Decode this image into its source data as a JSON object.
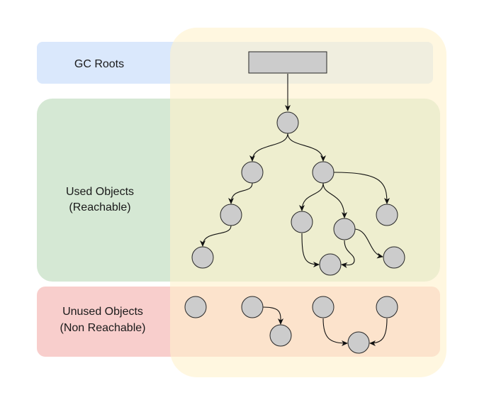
{
  "title": "",
  "colors": {
    "gc_roots_band": "#dae8fc",
    "used_band": "#d5e8d4",
    "unused_band": "#f8cecc",
    "heap_region": "#fff2cc",
    "node_fill": "#cccccc",
    "node_stroke": "#262626",
    "edge": "#111111"
  },
  "bands": {
    "gc_roots": {
      "label": "GC Roots"
    },
    "used": {
      "label_line1": "Used Objects",
      "label_line2": "(Reachable)"
    },
    "unused": {
      "label_line1": "Unused Objects",
      "label_line2": "(Non Reachable)"
    }
  },
  "graph": {
    "root": "gc-root",
    "reachable_edges": [
      [
        "gc-root",
        "a"
      ],
      [
        "a",
        "b"
      ],
      [
        "a",
        "c"
      ],
      [
        "b",
        "d"
      ],
      [
        "d",
        "e"
      ],
      [
        "c",
        "f"
      ],
      [
        "c",
        "g"
      ],
      [
        "c",
        "h"
      ],
      [
        "f",
        "i"
      ],
      [
        "g",
        "i"
      ],
      [
        "g",
        "j"
      ]
    ],
    "unreachable_edges": [
      [
        "u2",
        "u3"
      ],
      [
        "u4",
        "u6"
      ],
      [
        "u5",
        "u6"
      ]
    ]
  }
}
